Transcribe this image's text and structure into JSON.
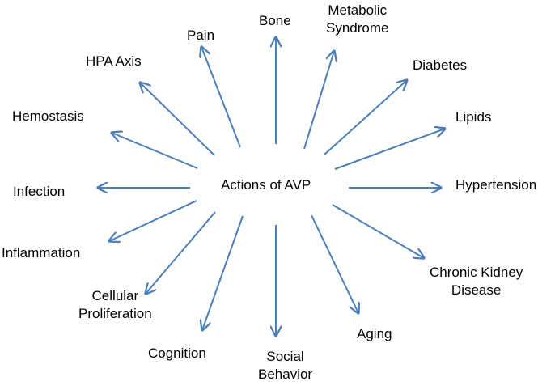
{
  "center": "Actions of AVP",
  "arrow_color": "#4a7ebb",
  "outcomes": [
    {
      "id": "bone",
      "lines": [
        "Bone"
      ]
    },
    {
      "id": "metabolic-syndrome",
      "lines": [
        "Metabolic",
        "Syndrome"
      ]
    },
    {
      "id": "diabetes",
      "lines": [
        "Diabetes"
      ]
    },
    {
      "id": "lipids",
      "lines": [
        "Lipids"
      ]
    },
    {
      "id": "hypertension",
      "lines": [
        "Hypertension"
      ]
    },
    {
      "id": "chronic-kidney-disease",
      "lines": [
        "Chronic Kidney",
        "Disease"
      ]
    },
    {
      "id": "aging",
      "lines": [
        "Aging"
      ]
    },
    {
      "id": "social-behavior",
      "lines": [
        "Social",
        "Behavior"
      ]
    },
    {
      "id": "cognition",
      "lines": [
        "Cognition"
      ]
    },
    {
      "id": "cellular-proliferation",
      "lines": [
        "Cellular",
        "Proliferation"
      ]
    },
    {
      "id": "inflammation",
      "lines": [
        "Inflammation"
      ]
    },
    {
      "id": "infection",
      "lines": [
        "Infection"
      ]
    },
    {
      "id": "hemostasis",
      "lines": [
        "Hemostasis"
      ]
    },
    {
      "id": "hpa-axis",
      "lines": [
        "HPA Axis"
      ]
    },
    {
      "id": "pain",
      "lines": [
        "Pain"
      ]
    }
  ]
}
